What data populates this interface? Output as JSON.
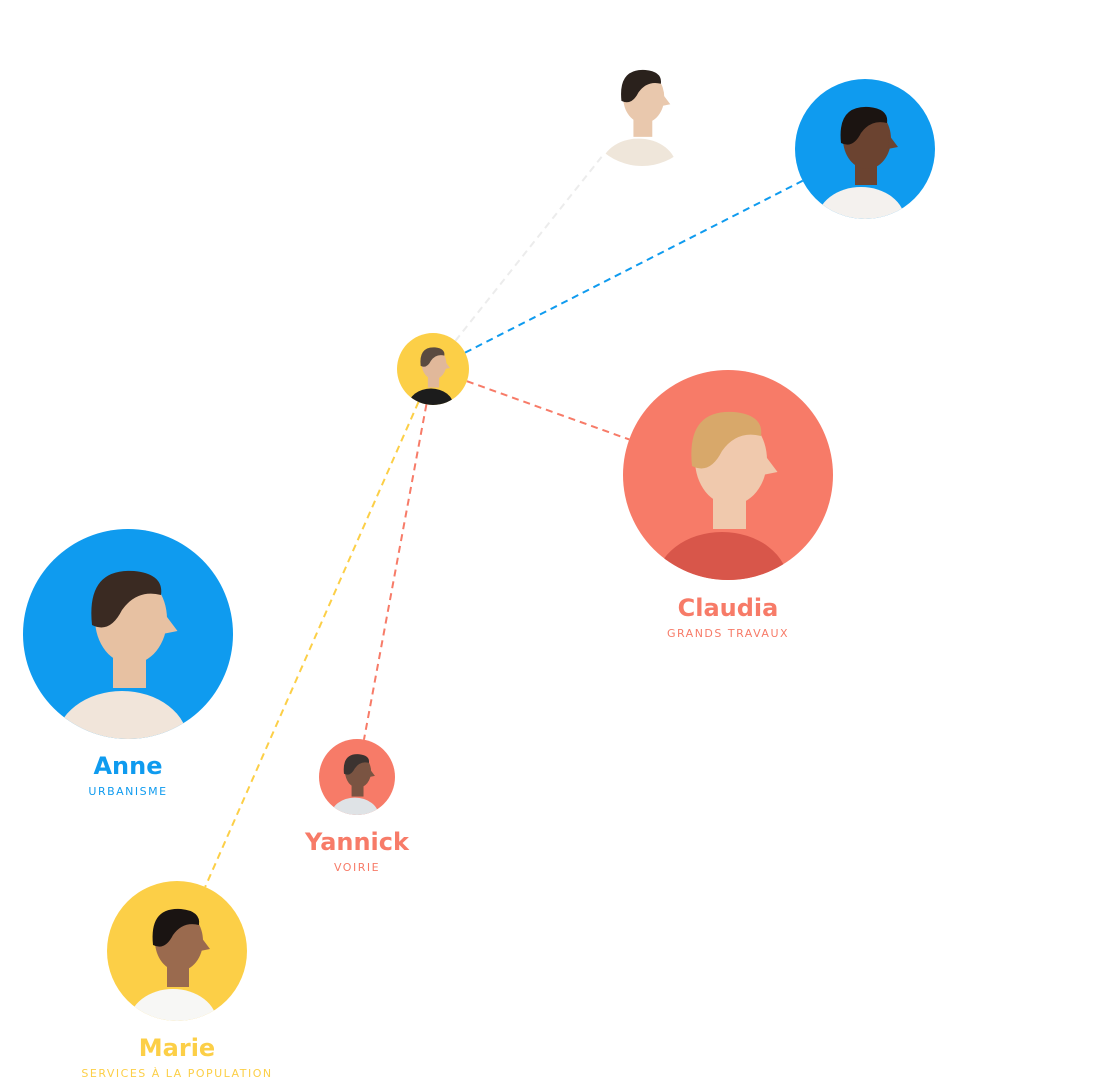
{
  "colors": {
    "blue": "#0f9bef",
    "coral": "#f77b68",
    "yellow": "#fccf47",
    "white": "#ffffff",
    "faint_line": "#ececec"
  },
  "people": [
    {
      "id": "unnamed-top",
      "color": "white",
      "icon": "person-profile-photo"
    },
    {
      "id": "unnamed-top-right",
      "color": "blue",
      "icon": "person-profile-photo"
    },
    {
      "id": "center-hub",
      "color": "yellow",
      "icon": "person-profile-photo"
    },
    {
      "id": "claudia",
      "name": "Claudia",
      "role": "GRANDS TRAVAUX",
      "color": "coral",
      "icon": "person-profile-photo"
    },
    {
      "id": "anne",
      "name": "Anne",
      "role": "URBANISME",
      "color": "blue",
      "icon": "person-profile-photo"
    },
    {
      "id": "yannick",
      "name": "Yannick",
      "role": "VOIRIE",
      "color": "coral",
      "icon": "person-profile-photo"
    },
    {
      "id": "marie",
      "name": "Marie",
      "role": "SERVICES À LA POPULATION",
      "color": "yellow",
      "icon": "person-profile-photo"
    }
  ],
  "links": [
    {
      "from": "center-hub",
      "to": "unnamed-top",
      "color": "faint_line"
    },
    {
      "from": "center-hub",
      "to": "unnamed-top-right",
      "color": "blue"
    },
    {
      "from": "center-hub",
      "to": "claudia",
      "color": "coral"
    },
    {
      "from": "center-hub",
      "to": "yannick",
      "color": "coral"
    },
    {
      "from": "center-hub",
      "to": "marie",
      "color": "yellow"
    }
  ]
}
